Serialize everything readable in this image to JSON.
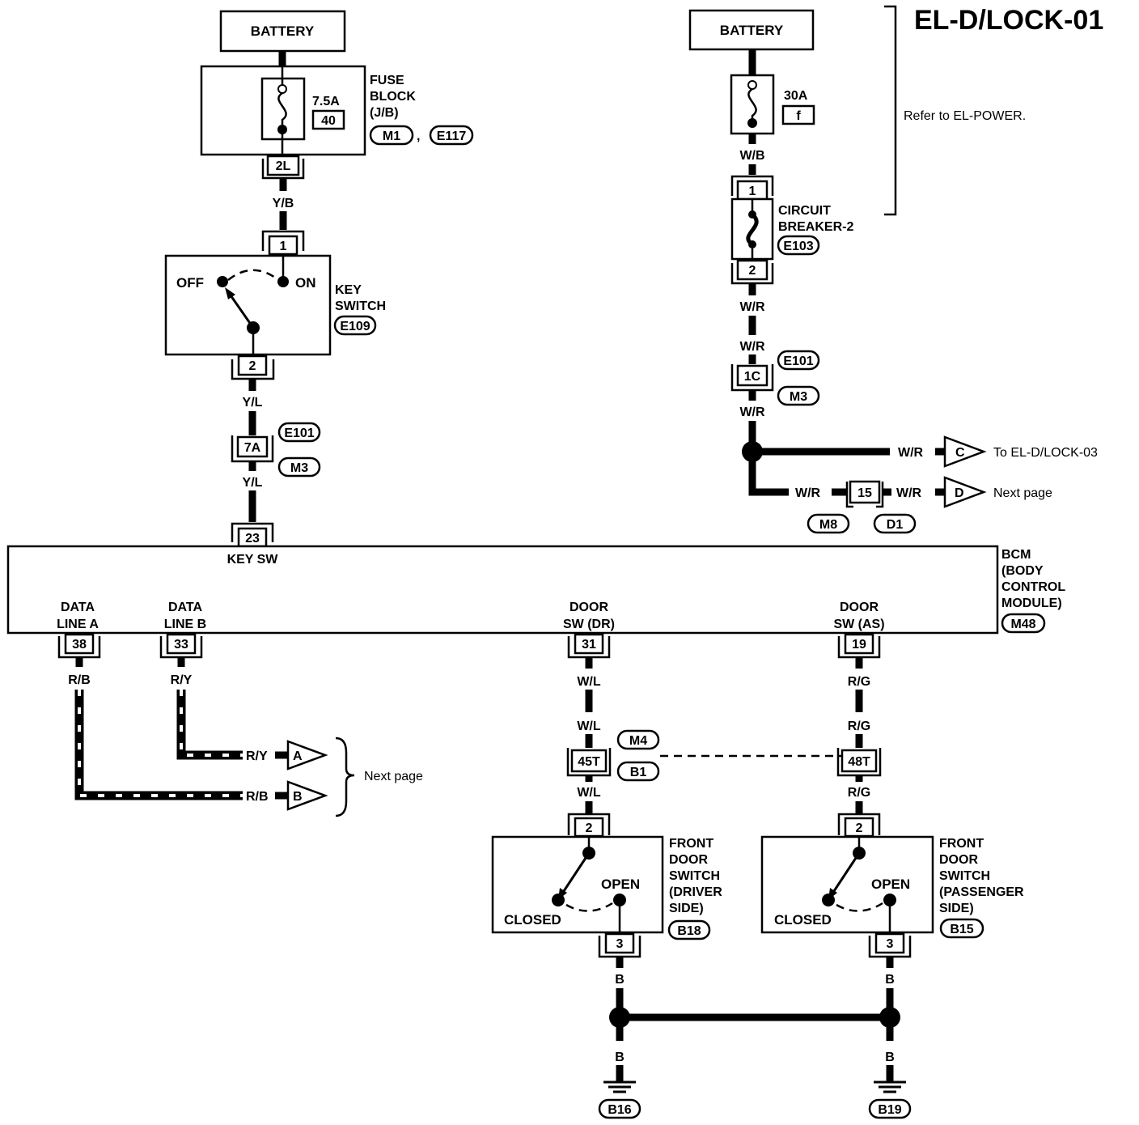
{
  "page_title": "EL-D/LOCK-01",
  "battery_left": "BATTERY",
  "battery_right": "BATTERY",
  "fuse_block": {
    "label_lines": [
      "FUSE",
      "BLOCK",
      "(J/B)"
    ],
    "rating": "7.5A",
    "fuse_no": "40",
    "conn_a": "M1",
    "separator": ",",
    "conn_b": "E117",
    "terminal": "2L"
  },
  "fuse_30a": {
    "rating": "30A",
    "fuse_no": "f"
  },
  "refer_note": "Refer to EL-POWER.",
  "circuit_breaker": {
    "label_lines": [
      "CIRCUIT",
      "BREAKER-2"
    ],
    "conn": "E103",
    "pin_in": "1",
    "pin_out": "2"
  },
  "key_switch": {
    "label_lines": [
      "KEY",
      "SWITCH"
    ],
    "conn": "E109",
    "pin_in": "1",
    "pin_out": "2",
    "pos_off": "OFF",
    "pos_on": "ON"
  },
  "wires": {
    "wb": "W/B",
    "yb": "Y/B",
    "yl_1": "Y/L",
    "yl_2": "Y/L",
    "wr_1": "W/R",
    "wr_2": "W/R",
    "wr_3": "W/R",
    "wr_c": "W/R",
    "wr_d1": "W/R",
    "wr_d2": "W/R",
    "rb_1": "R/B",
    "rb_2": "R/B",
    "ry_1": "R/Y",
    "ry_2": "R/Y",
    "wl_1": "W/L",
    "wl_2": "W/L",
    "wl_3": "W/L",
    "rg_1": "R/G",
    "rg_2": "R/G",
    "rg_3": "R/G",
    "b_1": "B",
    "b_2": "B",
    "b_3": "B",
    "b_4": "B"
  },
  "inline_connectors": {
    "c1c": {
      "pin": "1C",
      "top": "E101",
      "bottom": "M3"
    },
    "c7a": {
      "pin": "7A",
      "top": "E101",
      "bottom": "M3"
    },
    "c15": {
      "pin": "15",
      "left": "M8",
      "right": "D1"
    },
    "c45t": {
      "pin": "45T",
      "top": "M4",
      "bottom": "B1"
    },
    "c48t": {
      "pin": "48T"
    }
  },
  "arrows": {
    "c": {
      "letter": "C",
      "text": "To EL-D/LOCK-03"
    },
    "d": {
      "letter": "D",
      "text": "Next page"
    },
    "a": {
      "letter": "A"
    },
    "b": {
      "letter": "B"
    },
    "ab_text": "Next page"
  },
  "bcm": {
    "label_lines": [
      "BCM",
      "(BODY",
      "CONTROL",
      "MODULE)"
    ],
    "conn": "M48",
    "key_sw_pin": "23",
    "key_sw_label": "KEY SW",
    "pins": [
      {
        "num": "38",
        "lines": [
          "DATA",
          "LINE A"
        ]
      },
      {
        "num": "33",
        "lines": [
          "DATA",
          "LINE B"
        ]
      },
      {
        "num": "31",
        "lines": [
          "DOOR",
          "SW (DR)"
        ]
      },
      {
        "num": "19",
        "lines": [
          "DOOR",
          "SW (AS)"
        ]
      }
    ]
  },
  "door_switch_driver": {
    "label_lines": [
      "FRONT",
      "DOOR",
      "SWITCH",
      "(DRIVER",
      "SIDE)"
    ],
    "conn": "B18",
    "pin_in": "2",
    "pin_out": "3",
    "open": "OPEN",
    "closed": "CLOSED"
  },
  "door_switch_passenger": {
    "label_lines": [
      "FRONT",
      "DOOR",
      "SWITCH",
      "(PASSENGER",
      "SIDE)"
    ],
    "conn": "B15",
    "pin_in": "2",
    "pin_out": "3",
    "open": "OPEN",
    "closed": "CLOSED"
  },
  "grounds": {
    "left": "B16",
    "right": "B19"
  }
}
